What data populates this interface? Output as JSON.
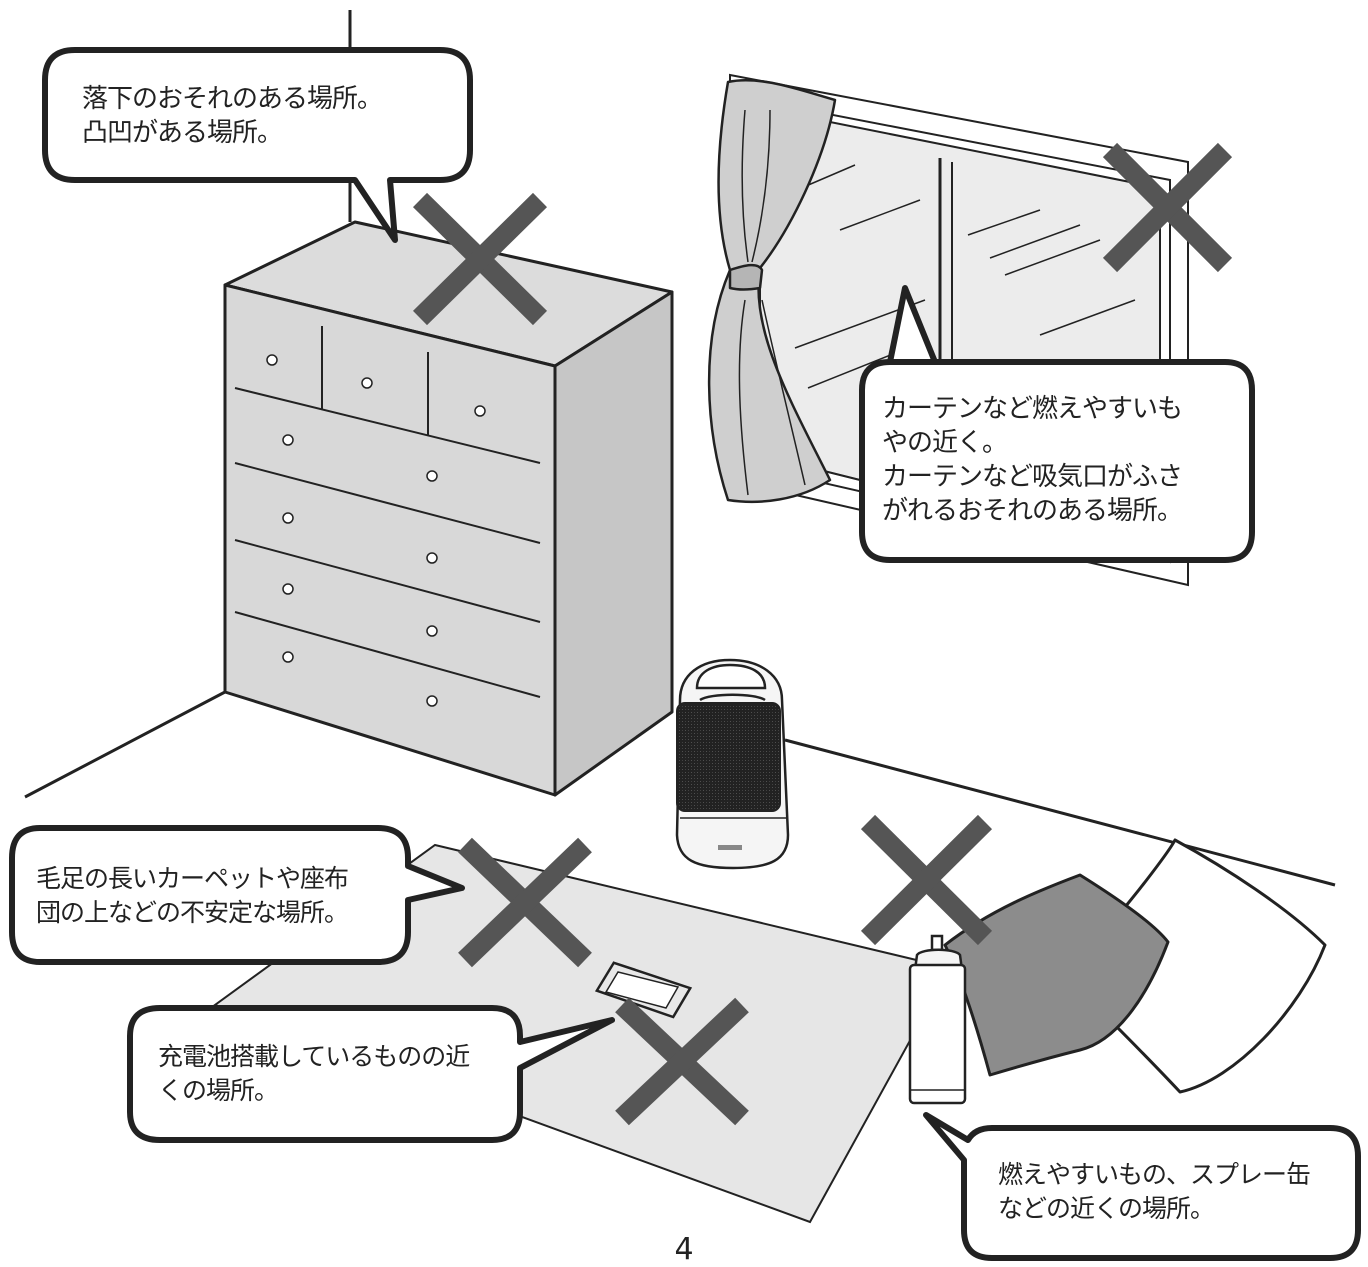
{
  "callouts": {
    "top_left": {
      "lines": [
        "落下のおそれのある場所。",
        "凸凹がある場所。"
      ]
    },
    "window": {
      "lines": [
        "カーテンなど燃えやすいも",
        "やの近く。",
        "カーテンなど吸気口がふさ",
        "がれるおそれのある場所。"
      ]
    },
    "carpet": {
      "lines": [
        "毛足の長いカーペットや座布",
        "団の上などの不安定な場所。"
      ]
    },
    "battery": {
      "lines": [
        "充電池搭載しているものの近",
        "くの場所。"
      ]
    },
    "spray": {
      "lines": [
        "燃えやすいもの、スプレー缶",
        "などの近くの場所。"
      ]
    }
  },
  "page_number": "4",
  "colors": {
    "cross": "#555555",
    "furniture": "#d8d8d8",
    "carpet": "#e6e6e6",
    "cushion_dark": "#8c8c8c",
    "outline": "#222222"
  },
  "icons": [
    "prohibited-cross-icon"
  ]
}
